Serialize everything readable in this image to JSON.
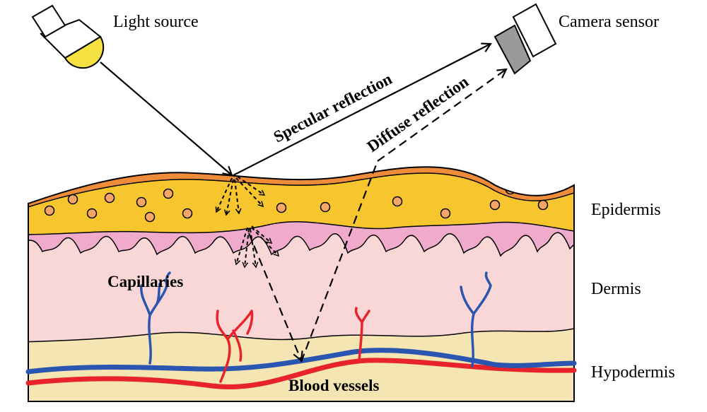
{
  "labels": {
    "light_source": "Light source",
    "camera_sensor": "Camera sensor",
    "specular_reflection": "Specular reflection",
    "diffuse_reflection": "Diffuse reflection",
    "epidermis": "Epidermis",
    "dermis": "Dermis",
    "hypodermis": "Hypodermis",
    "capillaries": "Capillaries",
    "blood_vessels": "Blood vessels"
  },
  "colors": {
    "epidermis_outer": "#ee8c3a",
    "epidermis": "#f7c62e",
    "epidermis_dot": "#f5a566",
    "dermis_papillary": "#f0aacb",
    "dermis": "#f9d7d6",
    "hypodermis": "#f4e5b3",
    "artery": "#e8242a",
    "vein": "#2a55b0",
    "light_bulb": "#f5e142",
    "camera_lens": "#9a9a9a"
  }
}
